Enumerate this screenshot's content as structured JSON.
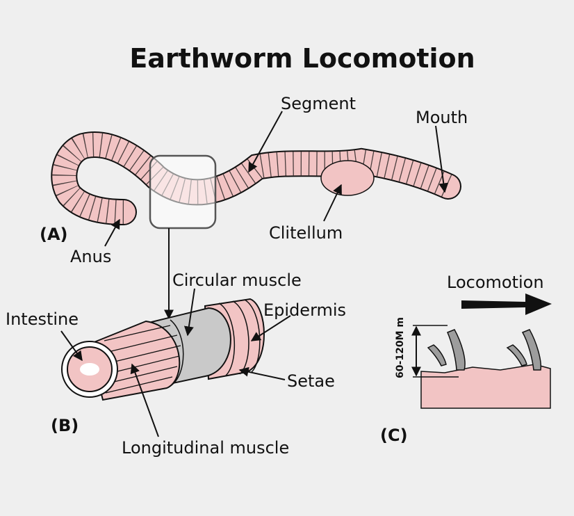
{
  "title": "Earthworm Locomotion",
  "labels": {
    "segment": "Segment",
    "mouth": "Mouth",
    "clitellum": "Clitellum",
    "anus": "Anus",
    "panel_a": "(A)",
    "circular_muscle": "Circular muscle",
    "epidermis": "Epidermis",
    "intestine": "Intestine",
    "setae": "Setae",
    "panel_b": "(B)",
    "longitudinal_muscle": "Longitudinal muscle",
    "locomotion": "Locomotion",
    "setae_length": "60-120Μ m",
    "panel_c": "(C)"
  },
  "colors": {
    "background": "#efefef",
    "worm_pink": "#f2c4c4",
    "muscle_gray": "#c9c9c9",
    "setae_gray": "#9d9d9d",
    "outline": "#111111"
  }
}
